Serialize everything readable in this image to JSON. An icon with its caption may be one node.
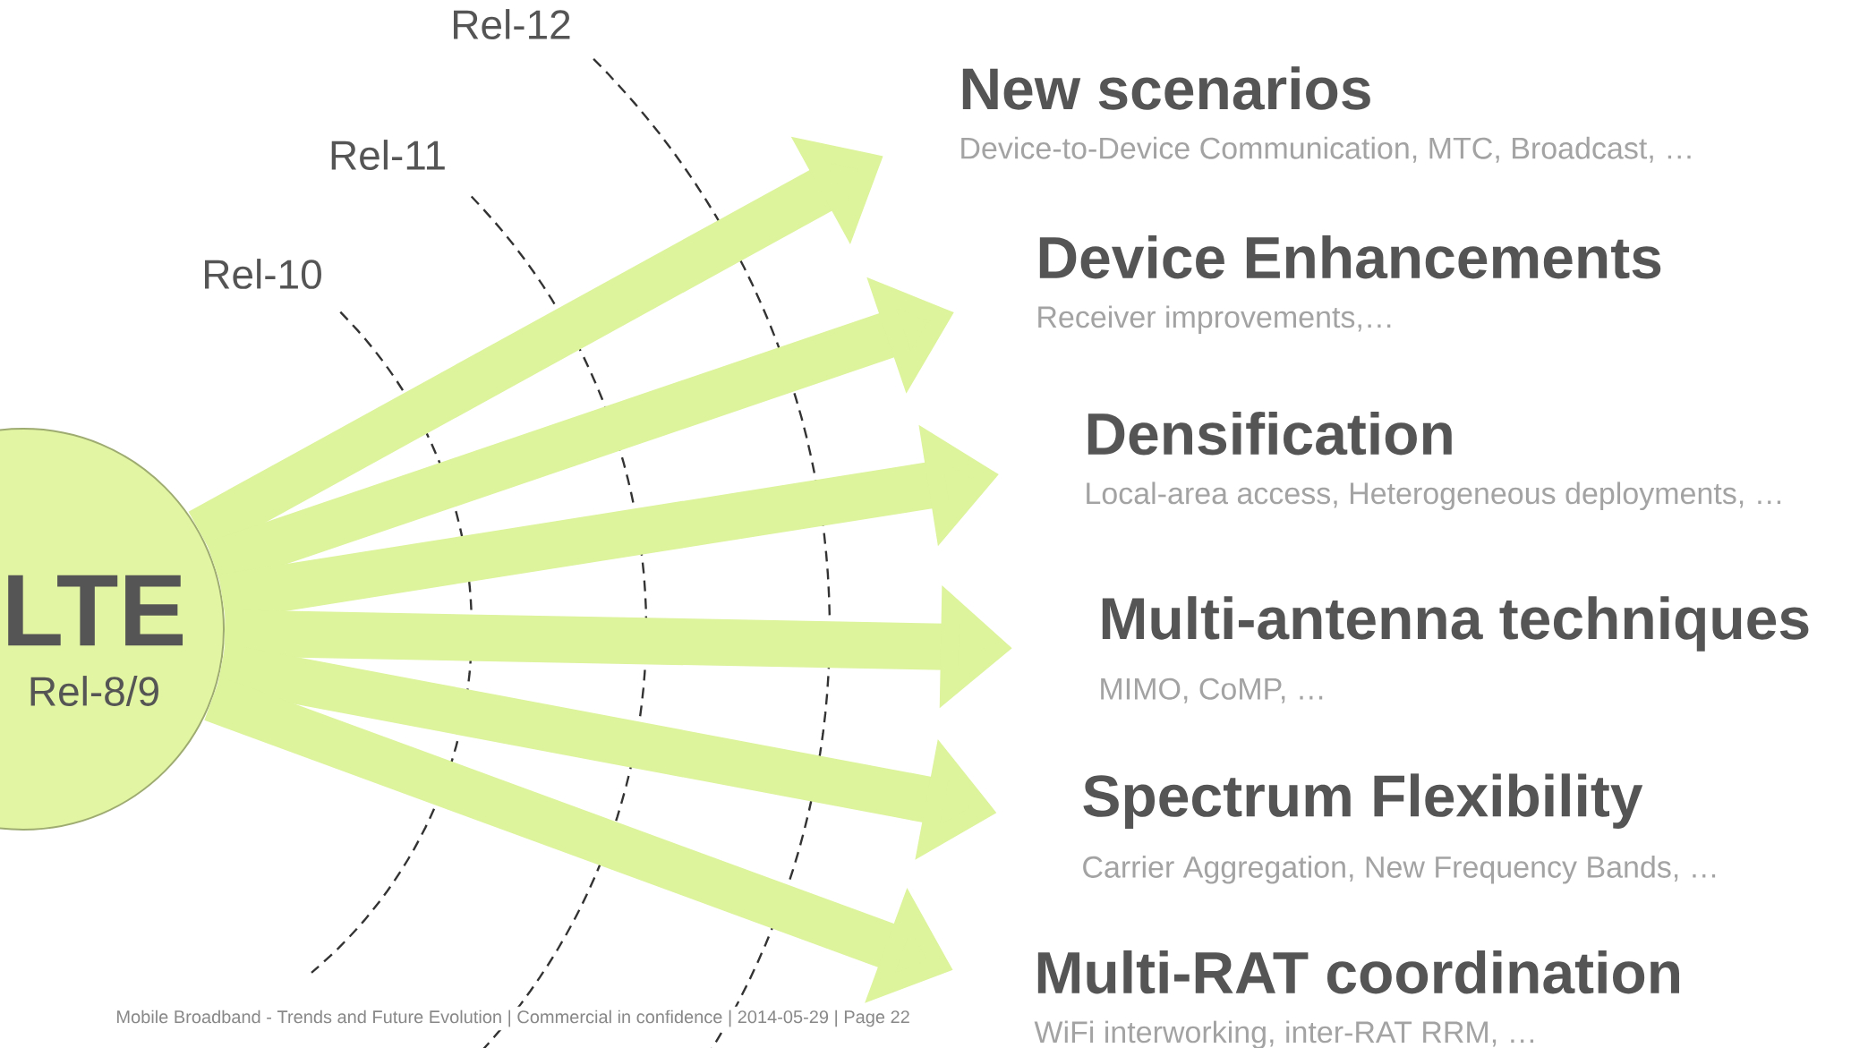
{
  "diagram": {
    "nodes": [
      {
        "text": [
          "LTE",
          "Rel-8/9"
        ]
      },
      {
        "text": [
          "New scenarios",
          "Device-to-Device Communication, MTC, Broadcast, …"
        ]
      },
      {
        "text": [
          "Device Enhancements",
          "Receiver improvements,…"
        ]
      },
      {
        "text": [
          "Densification",
          "Local-area access, Heterogeneous deployments, …"
        ]
      },
      {
        "text": [
          "Multi-antenna techniques",
          "MIMO, CoMP, …"
        ]
      },
      {
        "text": [
          "Spectrum Flexibility",
          "Carrier Aggregation, New Frequency Bands, …"
        ]
      },
      {
        "text": [
          "Multi-RAT coordination",
          "WiFi interworking, inter-RAT RRM, …"
        ]
      }
    ],
    "edges": [
      {
        "from": 0,
        "to": 1,
        "arrow": "to"
      },
      {
        "from": 0,
        "to": 2,
        "arrow": "to"
      },
      {
        "from": 0,
        "to": 3,
        "arrow": "to"
      },
      {
        "from": 0,
        "to": 4,
        "arrow": "to"
      },
      {
        "from": 0,
        "to": 5,
        "arrow": "to"
      },
      {
        "from": 0,
        "to": 6,
        "arrow": "to"
      }
    ],
    "labels": [
      "Rel-12",
      "Rel-11",
      "Rel-10",
      "Mobile Broadband - Trends and Future Evolution  |  Commercial in confidence  |  2014-05-29  |  Page 22"
    ]
  }
}
